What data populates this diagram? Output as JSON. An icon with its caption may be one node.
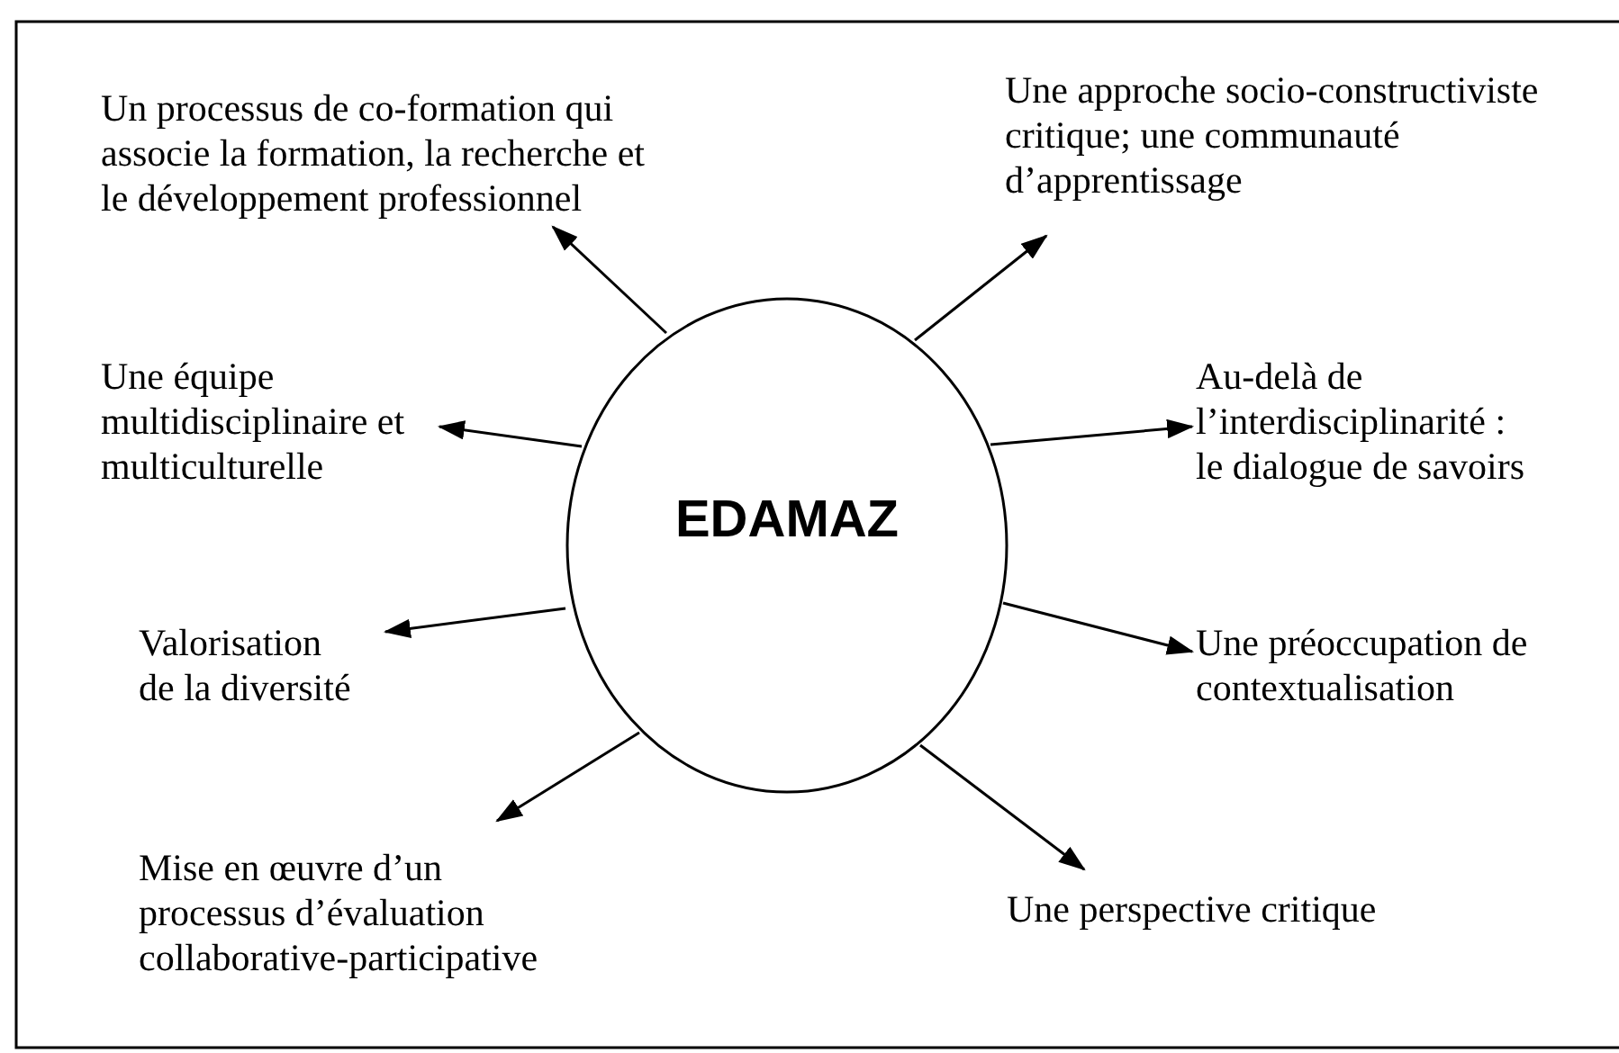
{
  "diagram": {
    "nodes": [
      {
        "text": [
          "EDAMAZ"
        ]
      },
      {
        "text": [
          "Un processus de co-formation qui associe la formation, la recherche et le développement professionnel"
        ]
      },
      {
        "text": [
          "Une approche socio-constructiviste critique; une communauté d’apprentissage"
        ]
      },
      {
        "text": [
          "Une équipe multidisciplinaire et multiculturelle"
        ]
      },
      {
        "text": [
          "Au-delà de l’interdisciplinarité : le dialogue de savoirs"
        ]
      },
      {
        "text": [
          "Valorisation de la diversité"
        ]
      },
      {
        "text": [
          "Une préoccupation de contextualisation"
        ]
      },
      {
        "text": [
          "Mise en œuvre d’un processus d’évaluation collaborative-participative"
        ]
      },
      {
        "text": [
          "Une perspective critique"
        ]
      }
    ],
    "edges": [
      {
        "from": 0,
        "to": 1,
        "arrow": "to"
      },
      {
        "from": 0,
        "to": 2,
        "arrow": "to"
      },
      {
        "from": 0,
        "to": 3,
        "arrow": "to"
      },
      {
        "from": 0,
        "to": 4,
        "arrow": "to"
      },
      {
        "from": 0,
        "to": 5,
        "arrow": "to"
      },
      {
        "from": 0,
        "to": 6,
        "arrow": "to"
      },
      {
        "from": 0,
        "to": 7,
        "arrow": "to"
      },
      {
        "from": 0,
        "to": 8,
        "arrow": "to"
      }
    ]
  }
}
